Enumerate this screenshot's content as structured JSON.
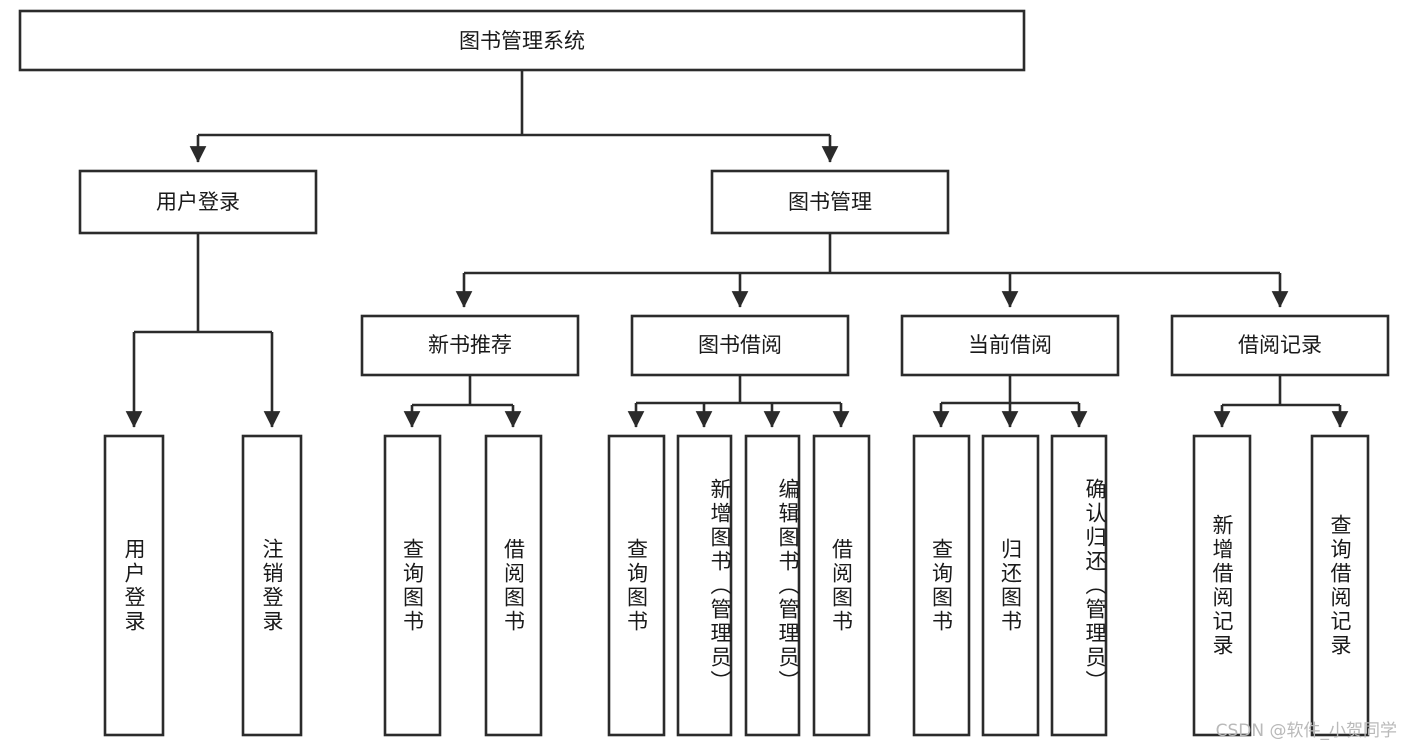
{
  "diagram": {
    "title": "图书管理系统",
    "type": "tree",
    "watermark": "CSDN @软件_小贺同学",
    "colors": {
      "box_stroke": "#2b2b2b",
      "box_fill": "#ffffff",
      "text": "#1a1a1a",
      "background": "#ffffff",
      "watermark": "#b9b9b9"
    },
    "root": {
      "id": "root",
      "label": "图书管理系统"
    },
    "level2": [
      {
        "id": "user-login",
        "label": "用户登录"
      },
      {
        "id": "book-manage",
        "label": "图书管理"
      }
    ],
    "level3": [
      {
        "id": "new-book-recommend",
        "label": "新书推荐",
        "parent": "book-manage"
      },
      {
        "id": "book-borrow",
        "label": "图书借阅",
        "parent": "book-manage"
      },
      {
        "id": "current-borrow",
        "label": "当前借阅",
        "parent": "book-manage"
      },
      {
        "id": "borrow-record",
        "label": "借阅记录",
        "parent": "book-manage"
      }
    ],
    "leaves": [
      {
        "id": "leaf-user-login",
        "label": "用户登录",
        "parent": "user-login"
      },
      {
        "id": "leaf-logout-login",
        "label": "注销登录",
        "parent": "user-login"
      },
      {
        "id": "leaf-query-book-1",
        "label": "查询图书",
        "parent": "new-book-recommend"
      },
      {
        "id": "leaf-borrow-book-1",
        "label": "借阅图书",
        "parent": "new-book-recommend"
      },
      {
        "id": "leaf-query-book-2",
        "label": "查询图书",
        "parent": "book-borrow"
      },
      {
        "id": "leaf-add-book",
        "label": "新增图书（管理员）",
        "parent": "book-borrow"
      },
      {
        "id": "leaf-edit-book",
        "label": "编辑图书（管理员）",
        "parent": "book-borrow"
      },
      {
        "id": "leaf-borrow-book-2",
        "label": "借阅图书",
        "parent": "book-borrow"
      },
      {
        "id": "leaf-query-book-3",
        "label": "查询图书",
        "parent": "current-borrow"
      },
      {
        "id": "leaf-return-book",
        "label": "归还图书",
        "parent": "current-borrow"
      },
      {
        "id": "leaf-confirm-return",
        "label": "确认归还（管理员）",
        "parent": "current-borrow"
      },
      {
        "id": "leaf-add-record",
        "label": "新增借阅记录",
        "parent": "borrow-record"
      },
      {
        "id": "leaf-query-record",
        "label": "查询借阅记录",
        "parent": "borrow-record"
      }
    ]
  }
}
